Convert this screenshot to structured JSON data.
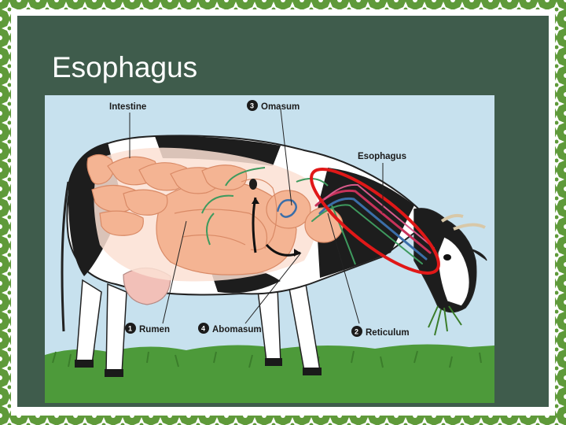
{
  "slide": {
    "title": "Esophagus"
  },
  "diagram": {
    "labels": {
      "intestine": "Intestine",
      "omasum": "Omasum",
      "esophagus": "Esophagus",
      "rumen": "Rumen",
      "abomasum": "Abomasum",
      "reticulum": "Reticulum"
    },
    "numbers": {
      "omasum": "3",
      "rumen": "1",
      "abomasum": "4",
      "reticulum": "2"
    }
  },
  "colors": {
    "slide_bg": "#3f5c4c",
    "border_green": "#5f9a3a",
    "sky": "#c7e1ee",
    "grass": "#4d9a3a",
    "organ": "#f4b493",
    "highlight": "#e01818"
  }
}
